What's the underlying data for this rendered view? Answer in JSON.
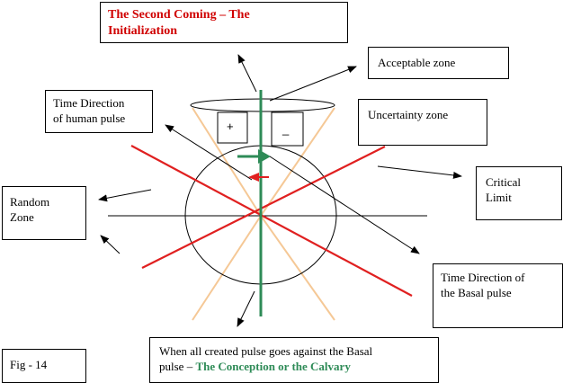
{
  "title": {
    "line1": "The Second Coming – The",
    "line2": "Initialization"
  },
  "labels": {
    "acceptable_zone": "Acceptable zone",
    "time_human_line1": "Time Direction",
    "time_human_line2": "of human pulse",
    "uncertainty_zone": "Uncertainty zone",
    "critical_line1": "Critical",
    "critical_line2": "Limit",
    "random_line1": "Random",
    "random_line2": "Zone",
    "time_basal_line1": "Time Direction of",
    "time_basal_line2": "the Basal pulse",
    "bottom_line1": "When all created pulse goes against the Basal",
    "bottom_line2_prefix": "pulse – ",
    "bottom_line2_emphasis": "The Conception or the Calvary",
    "fig": "Fig - 14",
    "plus_sign": "+",
    "minus_sign": "_"
  },
  "colors": {
    "title": "#d00000",
    "critical_lines": "#e02020",
    "cone_lines": "#f5c896",
    "axis_green": "#2e8b57",
    "human_arrow": "#e02020",
    "basal_arrow": "#2e8b57"
  }
}
